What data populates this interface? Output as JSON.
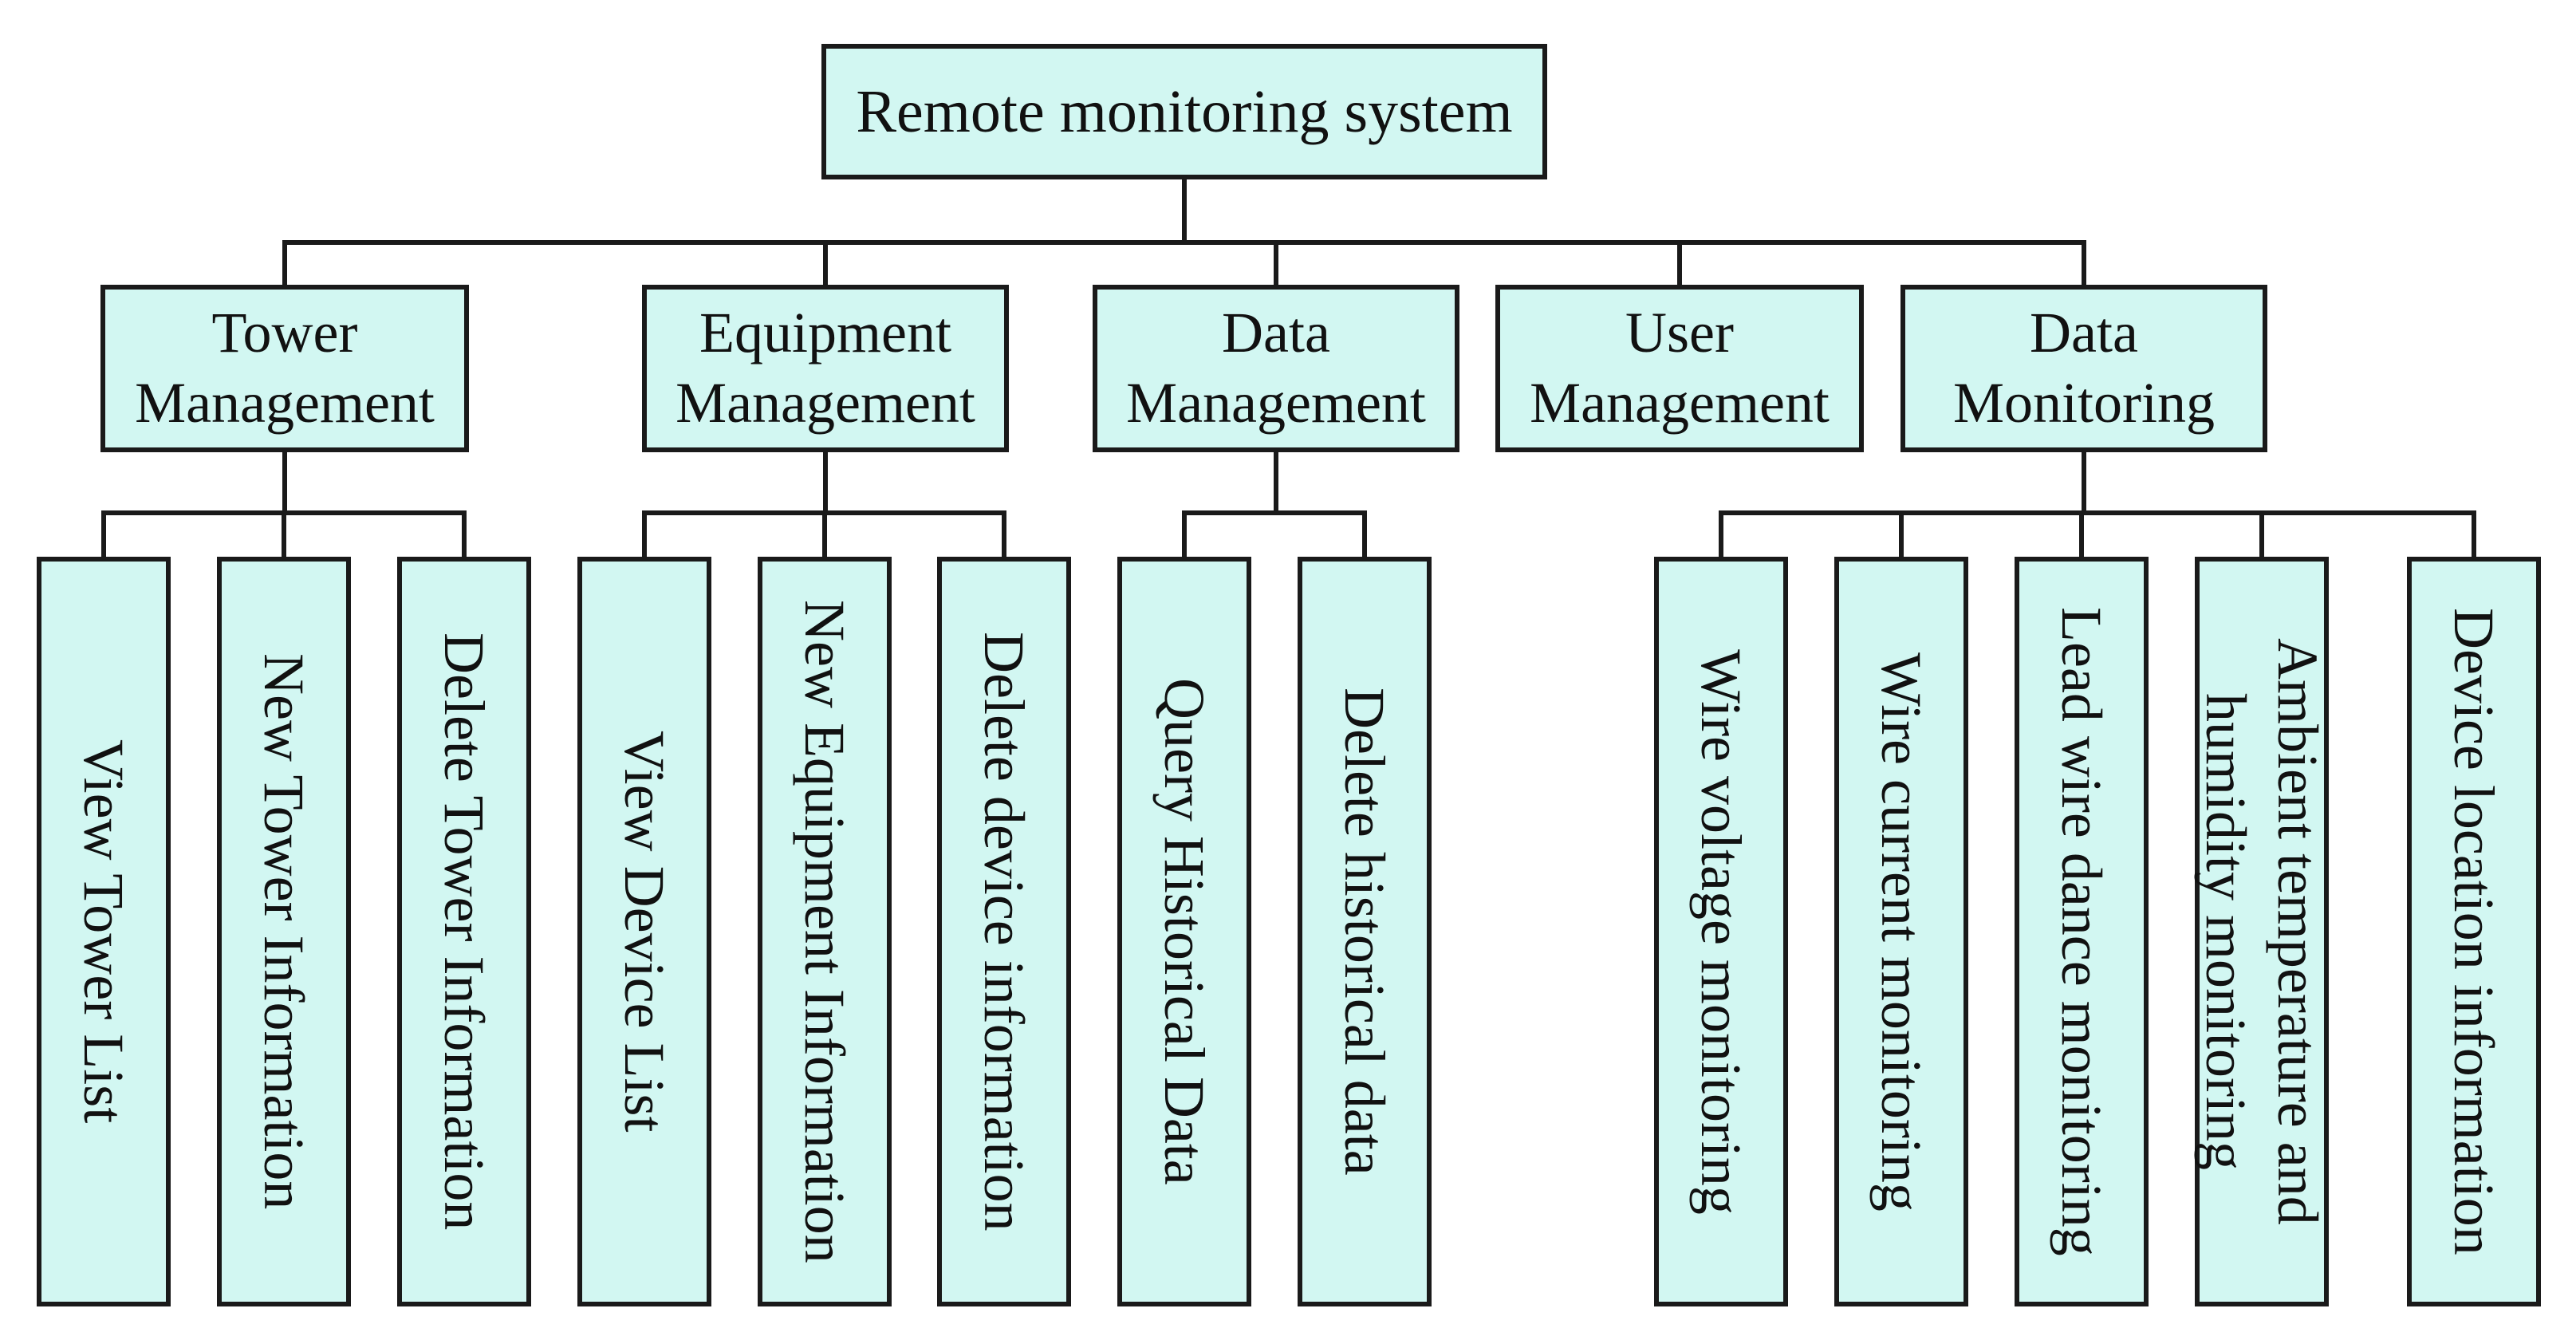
{
  "style": {
    "box_fill": "#d2f7f2",
    "box_border": "#1a1a1a",
    "connector": "#1a1a1a"
  },
  "root": {
    "label": "Remote monitoring system"
  },
  "modules": [
    {
      "label": "Tower Management",
      "lines": [
        "Tower",
        "Management"
      ],
      "children": [
        "View Tower List",
        "New Tower Information",
        "Delete Tower Information"
      ]
    },
    {
      "label": "Equipment Management",
      "lines": [
        "Equipment",
        "Management"
      ],
      "children": [
        "View Device List",
        "New Equipment Information",
        "Delete device information"
      ]
    },
    {
      "label": "Data Management",
      "lines": [
        "Data",
        "Management"
      ],
      "children": [
        "Query Historical Data",
        "Delete historical data"
      ]
    },
    {
      "label": "User Management",
      "lines": [
        "User",
        "Management"
      ],
      "children": []
    },
    {
      "label": "Data Monitoring",
      "lines": [
        "Data",
        "Monitoring"
      ],
      "children": [
        "Wire voltage monitoring",
        "Wire current monitoring",
        "Lead wire dance monitoring",
        "Ambient temperature and humidity monitoring",
        "Device location information"
      ]
    }
  ]
}
